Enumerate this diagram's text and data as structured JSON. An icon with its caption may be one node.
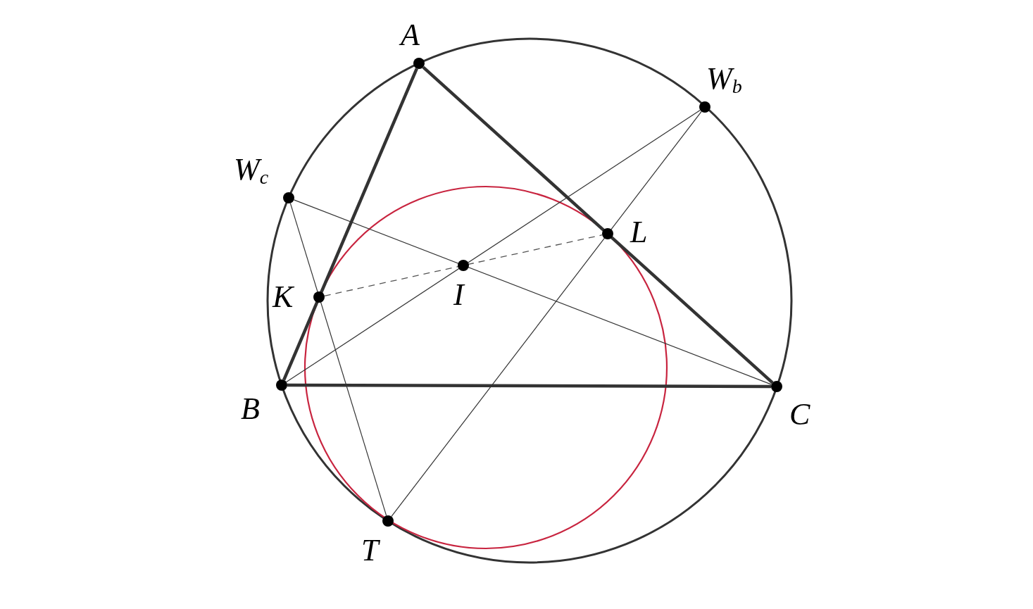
{
  "diagram": {
    "nodes": [
      {
        "text": [
          "A"
        ]
      },
      {
        "text": [
          "W$_{b}$"
        ]
      },
      {
        "text": [
          "W$_{c}$"
        ]
      },
      {
        "text": [
          "L"
        ]
      },
      {
        "text": [
          "I"
        ]
      },
      {
        "text": [
          "K"
        ]
      },
      {
        "text": [
          "B"
        ]
      },
      {
        "text": [
          "C"
        ]
      },
      {
        "text": [
          "T"
        ]
      }
    ],
    "edges": [
      {
        "from": 0,
        "to": 6,
        "arrow": "none",
        "style": "thick"
      },
      {
        "from": 0,
        "to": 7,
        "arrow": "none",
        "style": "thick"
      },
      {
        "from": 6,
        "to": 7,
        "arrow": "none",
        "style": "thick"
      },
      {
        "from": 2,
        "to": 7,
        "arrow": "none"
      },
      {
        "from": 1,
        "to": 6,
        "arrow": "none"
      },
      {
        "from": 2,
        "to": 8,
        "arrow": "none"
      },
      {
        "from": 1,
        "to": 8,
        "arrow": "none"
      },
      {
        "from": 5,
        "to": 3,
        "arrow": "none",
        "style": "dashed"
      }
    ]
  }
}
